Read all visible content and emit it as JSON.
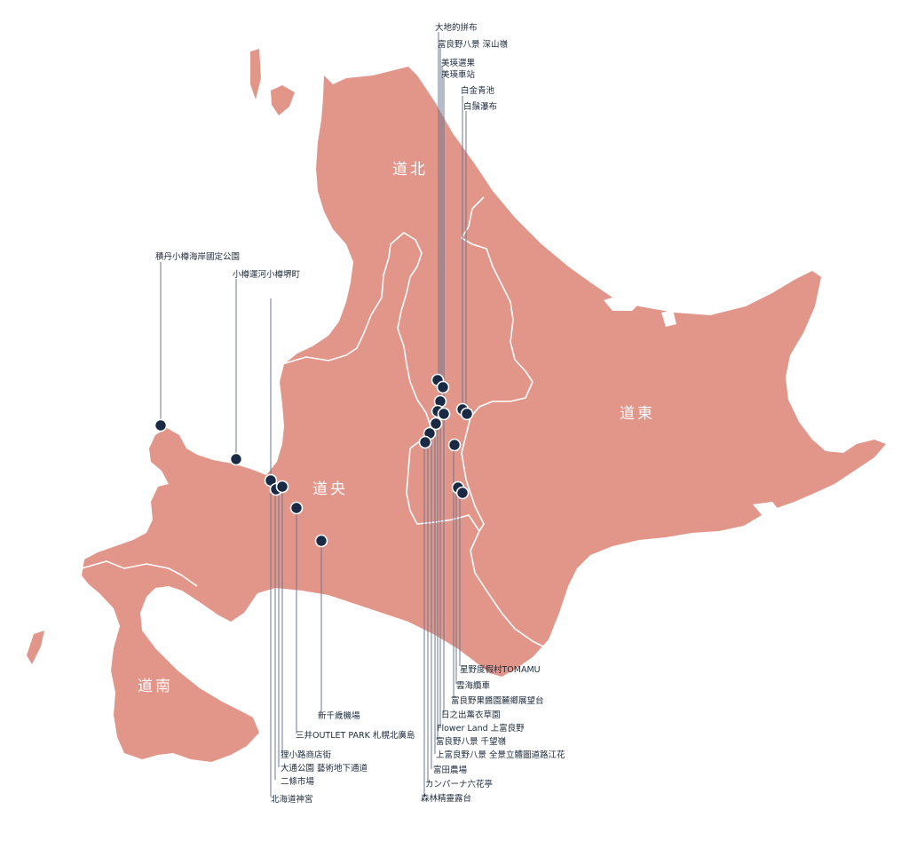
{
  "regions": {
    "north": "道北",
    "central": "道央",
    "east": "道東",
    "south": "道南"
  },
  "spots": {
    "daichi": "大地的拼布",
    "fukasayama": "富良野八景 深山嶺",
    "bieisen": "美瑛選果",
    "bieistation": "美瑛車站",
    "aoiike": "白金青池",
    "shirahige": "白鬚瀑布",
    "shakotan": "積丹小樽海岸國定公園",
    "otaru": "小樽運河小樽堺町",
    "tomamu": "星野度假村TOMAMU",
    "unkai": "雲海纜車",
    "jam": "富良野果醬園麓鄉展望台",
    "hinode": "日之出薰衣草園",
    "flowerland": "Flower Land 上富良野",
    "senbo": "富良野八景 千望嶺",
    "kamifurano": "上富良野八景 全景立體圖道路江花",
    "tomita": "富田農場",
    "campana": "カンパーナ六花亭",
    "shinrin": "森林精靈露台",
    "chitose": "新千歲機場",
    "outlet": "三井OUTLET PARK 札幌北廣島",
    "tanuki": "狸小路商店街",
    "odori": "大通公園 藝術地下通道",
    "nijo": "二條市場",
    "jingu": "北海道神宮"
  }
}
